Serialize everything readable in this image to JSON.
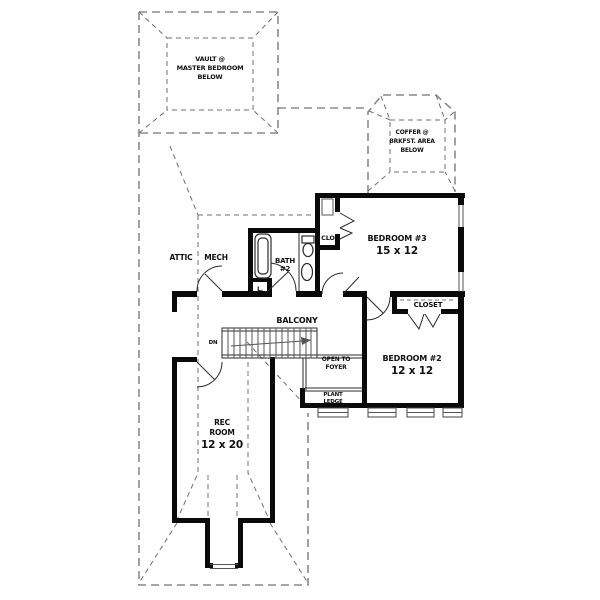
{
  "plan": {
    "floor_name": "second-floor-plan",
    "colors": {
      "wall": "#0a0a0a",
      "dashed_roof": "#8a8a8a",
      "background": "#ffffff",
      "text": "#111111"
    },
    "labels": {
      "vault": {
        "line1": "VAULT @",
        "line2": "MASTER BEDROOM",
        "line3": "BELOW"
      },
      "coffer": {
        "line1": "COFFER @",
        "line2": "BRKFST. AREA",
        "line3": "BELOW"
      },
      "attic": {
        "left": "ATTIC",
        "right": "MECH"
      },
      "bath": {
        "line1": "BATH",
        "line2": "#2"
      },
      "linen": "L.",
      "clo": "CLO.",
      "bedroom3": {
        "name": "BEDROOM #3",
        "dim": "15 x 12"
      },
      "closet2": "CLOSET",
      "bedroom2": {
        "name": "BEDROOM #2",
        "dim": "12 x 12"
      },
      "balcony": "BALCONY",
      "down": "DN",
      "open_foyer": {
        "line1": "OPEN TO",
        "line2": "FOYER"
      },
      "plant_ledge": {
        "line1": "PLANT",
        "line2": "LEDGE"
      },
      "rec": {
        "line1": "REC",
        "line2": "ROOM",
        "dim": "12 x 20"
      }
    }
  }
}
